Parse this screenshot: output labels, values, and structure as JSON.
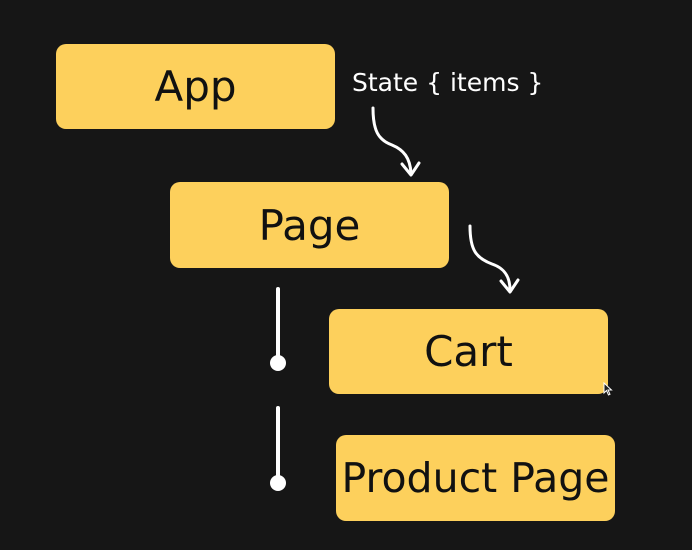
{
  "diagram": {
    "nodes": {
      "app": "App",
      "page": "Page",
      "cart": "Cart",
      "product_page": "Product Page"
    },
    "annotation": "State { items }"
  },
  "colors": {
    "background": "#161616",
    "node_fill": "#fdd05c",
    "node_text": "#111111",
    "line": "#ffffff"
  }
}
